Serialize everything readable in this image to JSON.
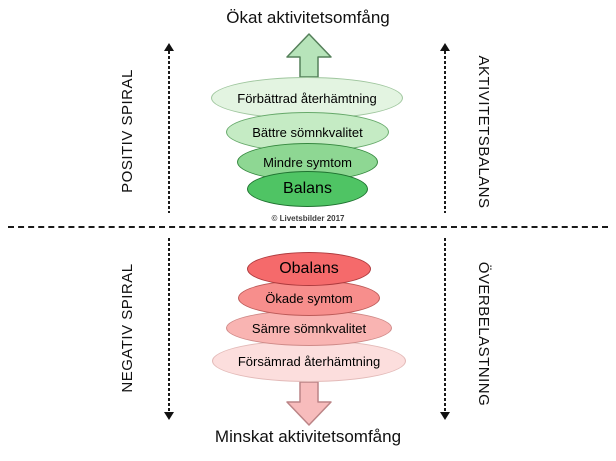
{
  "titles": {
    "top": "Ökat aktivitetsomfång",
    "bottom": "Minskat aktivitetsomfång"
  },
  "side_labels": {
    "left_top": "POSITIV SPIRAL",
    "left_bottom": "NEGATIV SPIRAL",
    "right_top": "AKTIVITETSBALANS",
    "right_bottom": "ÖVERBELASTNING"
  },
  "positive_spiral": {
    "items": [
      {
        "label": "Förbättrad återhämtning",
        "fill": "#e3f4e1",
        "border": "#9fc69e"
      },
      {
        "label": "Bättre sömnkvalitet",
        "fill": "#c5ebc4",
        "border": "#66a96a"
      },
      {
        "label": "Mindre symtom",
        "fill": "#8ed793",
        "border": "#35883f"
      },
      {
        "label": "Balans",
        "fill": "#4fc464",
        "border": "#1f7230"
      }
    ]
  },
  "negative_spiral": {
    "items": [
      {
        "label": "Obalans",
        "fill": "#f56a6b",
        "border": "#ae3b3e"
      },
      {
        "label": "Ökade symtom",
        "fill": "#f78e8c",
        "border": "#bc5a58"
      },
      {
        "label": "Sämre sömnkvalitet",
        "fill": "#f9b4b2",
        "border": "#cf8a88"
      },
      {
        "label": "Försämrad återhämtning",
        "fill": "#fcdedd",
        "border": "#e3bab8"
      }
    ]
  },
  "arrows": {
    "up": {
      "fill": "#b7e4ba",
      "stroke": "#55805a"
    },
    "down": {
      "fill": "#f7bcbc",
      "stroke": "#bb8486"
    }
  },
  "copyright": "© Livetsbilder 2017",
  "colors": {
    "line": "#1a1a1a",
    "background": "#ffffff"
  }
}
